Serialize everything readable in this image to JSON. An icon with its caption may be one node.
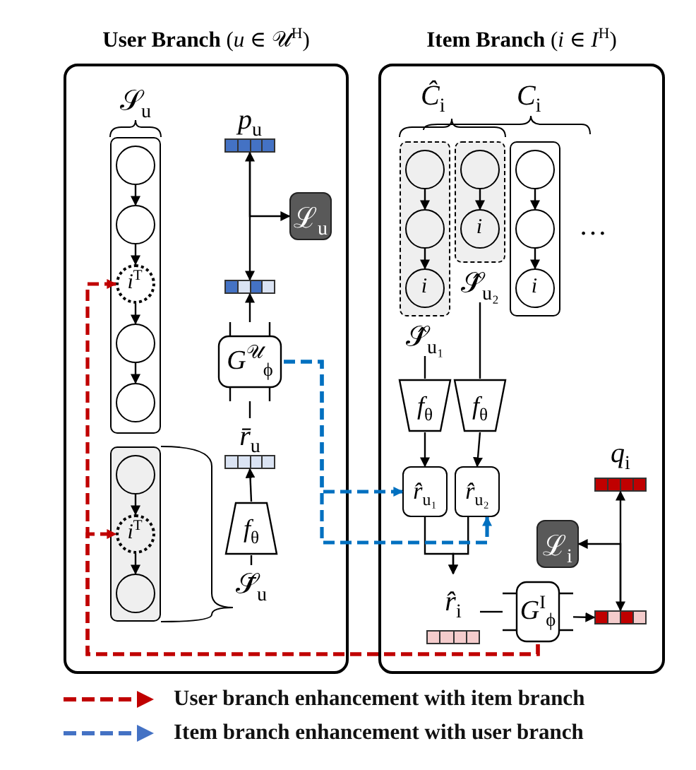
{
  "diagram": {
    "nodes": [
      {
        "text": [
          "**User Branch** (*u* ∈ 𝒰$^{H}$)"
        ]
      },
      {
        "text": [
          "𝒮$_{u}$"
        ],
        "in": 0
      },
      {
        "text": [],
        "shape": "circle",
        "in": 1
      },
      {
        "text": [],
        "shape": "circle",
        "in": 1
      },
      {
        "text": [
          "*i*$^{T}$"
        ],
        "in": 1
      },
      {
        "text": [],
        "shape": "circle",
        "in": 1
      },
      {
        "text": [],
        "shape": "circle",
        "in": 1
      },
      {
        "text": [],
        "shape": "box",
        "in": 0
      },
      {
        "text": [],
        "shape": "circle",
        "in": 7
      },
      {
        "text": [
          "*i*$^{T}$"
        ],
        "in": 7
      },
      {
        "text": [],
        "shape": "circle",
        "in": 7
      },
      {
        "text": [
          "*p*$_{u}$"
        ],
        "in": 0
      },
      {
        "text": [
          "ℒ$_{u}$"
        ],
        "in": 0
      },
      {
        "text": [],
        "shape": "bar",
        "in": 0
      },
      {
        "text": [
          "*G*$^{𝒰}$$_{ϕ}$"
        ],
        "in": 0
      },
      {
        "text": [
          "*r̄*$_{u}$"
        ],
        "in": 0
      },
      {
        "text": [
          "*f*$_{θ}$"
        ],
        "in": 0
      },
      {
        "text": [
          "𝒮̄$_{u}$"
        ],
        "in": 0
      },
      {
        "text": [
          "**Item Branch** (*i* ∈ *I*$^{H}$)"
        ]
      },
      {
        "text": [
          "𝒮̂$_{u₁}$"
        ],
        "in": 18
      },
      {
        "text": [],
        "shape": "circle",
        "in": 19
      },
      {
        "text": [],
        "shape": "circle",
        "in": 19
      },
      {
        "text": [
          "*i*"
        ],
        "in": 19
      },
      {
        "text": [
          "𝒮̂$_{u₂}$"
        ],
        "in": 18
      },
      {
        "text": [],
        "shape": "circle",
        "in": 23
      },
      {
        "text": [
          "*i*"
        ],
        "in": 23
      },
      {
        "text": [],
        "shape": "box",
        "in": 18
      },
      {
        "text": [],
        "shape": "circle",
        "in": 26
      },
      {
        "text": [],
        "shape": "circle",
        "in": 26
      },
      {
        "text": [
          "*i*"
        ],
        "in": 26
      },
      {
        "text": [
          "*f*$_{θ}$"
        ],
        "in": 18
      },
      {
        "text": [
          "*f*$_{θ}$"
        ],
        "in": 18
      },
      {
        "text": [
          "*r̂*$_{u₁}$"
        ],
        "in": 18
      },
      {
        "text": [
          "*r̂*$_{u₂}$"
        ],
        "in": 18
      },
      {
        "text": [
          "*r̂*$_{i}$"
        ],
        "in": 18
      },
      {
        "text": [
          "*G*$^{I}$$_{ϕ}$"
        ],
        "in": 18
      },
      {
        "text": [
          "ℒ$_{i}$"
        ],
        "in": 18
      },
      {
        "text": [
          "*q*$_{i}$"
        ],
        "in": 18
      },
      {
        "text": [],
        "shape": "bar",
        "in": 18
      }
    ],
    "edges": [
      {
        "from": 2,
        "to": 3,
        "arrow": "to"
      },
      {
        "from": 3,
        "to": 4,
        "arrow": "to"
      },
      {
        "from": 4,
        "to": 5,
        "arrow": "to"
      },
      {
        "from": 5,
        "to": 6,
        "arrow": "to"
      },
      {
        "from": 8,
        "to": 9,
        "arrow": "to"
      },
      {
        "from": 9,
        "to": 10,
        "arrow": "to"
      },
      {
        "from": 11,
        "to": 13,
        "arrow": "both"
      },
      {
        "from": 11,
        "to": 12,
        "arrow": "to"
      },
      {
        "from": 14,
        "to": 13,
        "arrow": "to"
      },
      {
        "from": 15,
        "to": 14,
        "arrow": "none"
      },
      {
        "from": 16,
        "to": 15,
        "arrow": "to"
      },
      {
        "from": 17,
        "to": 16,
        "arrow": "none"
      },
      {
        "from": 20,
        "to": 21,
        "arrow": "to"
      },
      {
        "from": 21,
        "to": 22,
        "arrow": "to"
      },
      {
        "from": 24,
        "to": 25,
        "arrow": "to"
      },
      {
        "from": 27,
        "to": 28,
        "arrow": "to"
      },
      {
        "from": 28,
        "to": 29,
        "arrow": "to"
      },
      {
        "from": 19,
        "to": 30,
        "arrow": "none"
      },
      {
        "from": 23,
        "to": 31,
        "arrow": "none"
      },
      {
        "from": 30,
        "to": 32,
        "arrow": "to"
      },
      {
        "from": 31,
        "to": 33,
        "arrow": "to"
      },
      {
        "from": 32,
        "to": 34,
        "arrow": "to"
      },
      {
        "from": 33,
        "to": 34,
        "arrow": "to"
      },
      {
        "from": 34,
        "to": 35,
        "arrow": "none"
      },
      {
        "from": 35,
        "to": 38,
        "arrow": "to"
      },
      {
        "from": 38,
        "to": 37,
        "arrow": "both"
      },
      {
        "from": 38,
        "to": 36,
        "arrow": "to"
      },
      {
        "from": 35,
        "to": 4,
        "arrow": "to",
        "style": "dashed",
        "color": "#c00000"
      },
      {
        "from": 35,
        "to": 9,
        "arrow": "to",
        "style": "dashed",
        "color": "#c00000"
      },
      {
        "from": 14,
        "to": 32,
        "arrow": "to",
        "style": "dashed",
        "color": "#0070c0"
      },
      {
        "from": 14,
        "to": 33,
        "arrow": "to",
        "style": "dashed",
        "color": "#0070c0"
      }
    ],
    "labels": [
      "*Ĉ*$_{i}$",
      "*C*$_{i}$",
      "…"
    ],
    "legend": [
      {
        "text": "User branch enhancement with item branch"
      },
      {
        "text": "Item branch enhancement with user branch"
      }
    ]
  }
}
